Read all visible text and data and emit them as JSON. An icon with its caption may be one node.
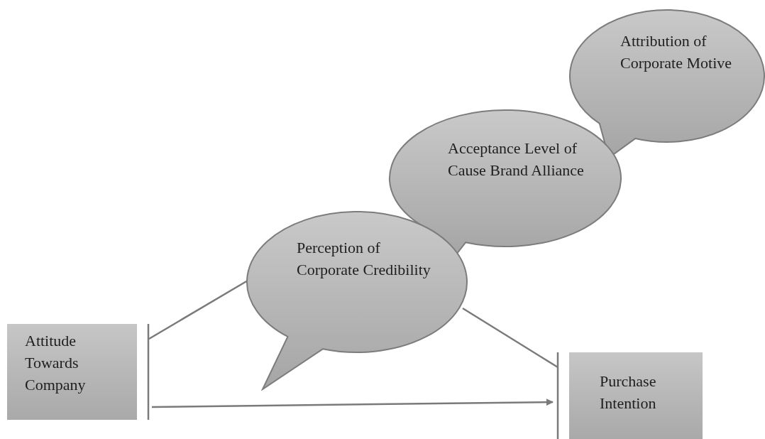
{
  "diagram": {
    "nodes": [
      {
        "text": [
          "Attribution of Corporate Motive"
        ]
      },
      {
        "text": [
          "Acceptance Level of Cause Brand Alliance"
        ]
      },
      {
        "text": [
          "Perception of Corporate Credibility"
        ]
      },
      {
        "text": [
          "Attitude Towards Company"
        ]
      },
      {
        "text": [
          "Purchase Intention"
        ]
      }
    ],
    "edges": [
      {
        "from": 3,
        "to": 2,
        "arrow": "none"
      },
      {
        "from": 2,
        "to": 4,
        "arrow": "none"
      },
      {
        "from": 3,
        "to": 4,
        "arrow": "to"
      }
    ]
  }
}
